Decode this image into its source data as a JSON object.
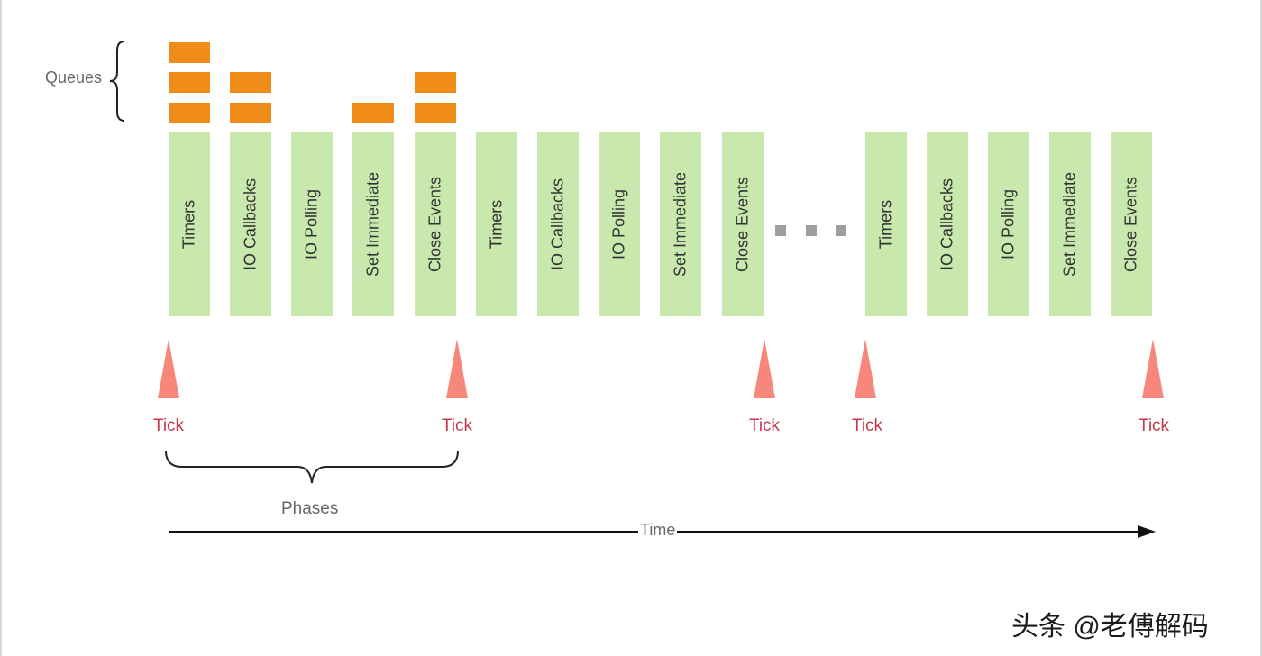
{
  "queues": {
    "label": "Queues"
  },
  "phases_row": [
    {
      "label": "Timers",
      "queue_count": 3
    },
    {
      "label": "IO Callbacks",
      "queue_count": 2
    },
    {
      "label": "IO Polling",
      "queue_count": 0
    },
    {
      "label": "Set Immediate",
      "queue_count": 1
    },
    {
      "label": "Close Events",
      "queue_count": 2
    },
    {
      "label": "Timers",
      "queue_count": 0
    },
    {
      "label": "IO Callbacks",
      "queue_count": 0
    },
    {
      "label": "IO Polling",
      "queue_count": 0
    },
    {
      "label": "Set Immediate",
      "queue_count": 0
    },
    {
      "label": "Close Events",
      "queue_count": 0
    },
    {
      "label": "Timers",
      "queue_count": 0
    },
    {
      "label": "IO Callbacks",
      "queue_count": 0
    },
    {
      "label": "IO Polling",
      "queue_count": 0
    },
    {
      "label": "Set Immediate",
      "queue_count": 0
    },
    {
      "label": "Close Events",
      "queue_count": 0
    }
  ],
  "ticks": [
    "Tick",
    "Tick",
    "Tick",
    "Tick",
    "Tick"
  ],
  "phases_label": "Phases",
  "time_label": "Time",
  "watermark": "头条 @老傅解码",
  "colors": {
    "phase": "#c8e8ae",
    "queue": "#f08c1a",
    "tick_marker": "#f7877a",
    "tick_text": "#c53a4b"
  }
}
